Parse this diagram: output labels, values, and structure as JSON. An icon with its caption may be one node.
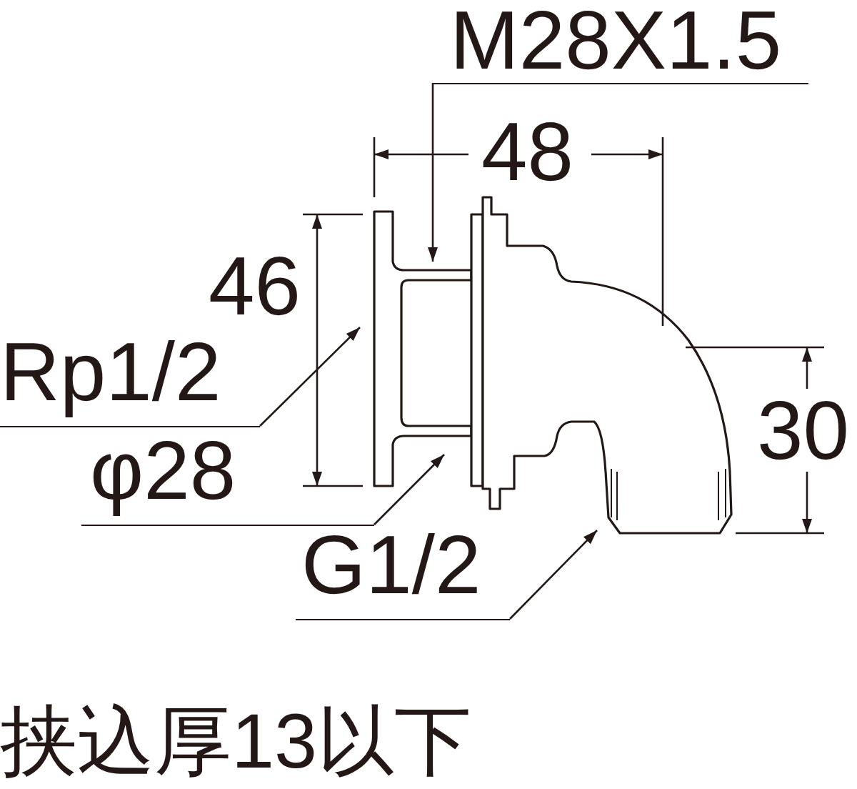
{
  "diagram": {
    "nodes": [
      {
        "text": [
          "M28X1.5"
        ]
      },
      {
        "text": [
          "Rp1/2"
        ]
      },
      {
        "text": [
          "φ28"
        ]
      },
      {
        "text": [
          "G1/2"
        ]
      }
    ],
    "edges": [
      {
        "from": 0,
        "to": null,
        "arrow": "to"
      },
      {
        "from": 1,
        "to": null,
        "arrow": "to"
      },
      {
        "from": 2,
        "to": null,
        "arrow": "to"
      },
      {
        "from": 3,
        "to": null,
        "arrow": "to"
      }
    ],
    "labels": [
      "48",
      "46",
      "30",
      "挟込厚13以下"
    ]
  }
}
